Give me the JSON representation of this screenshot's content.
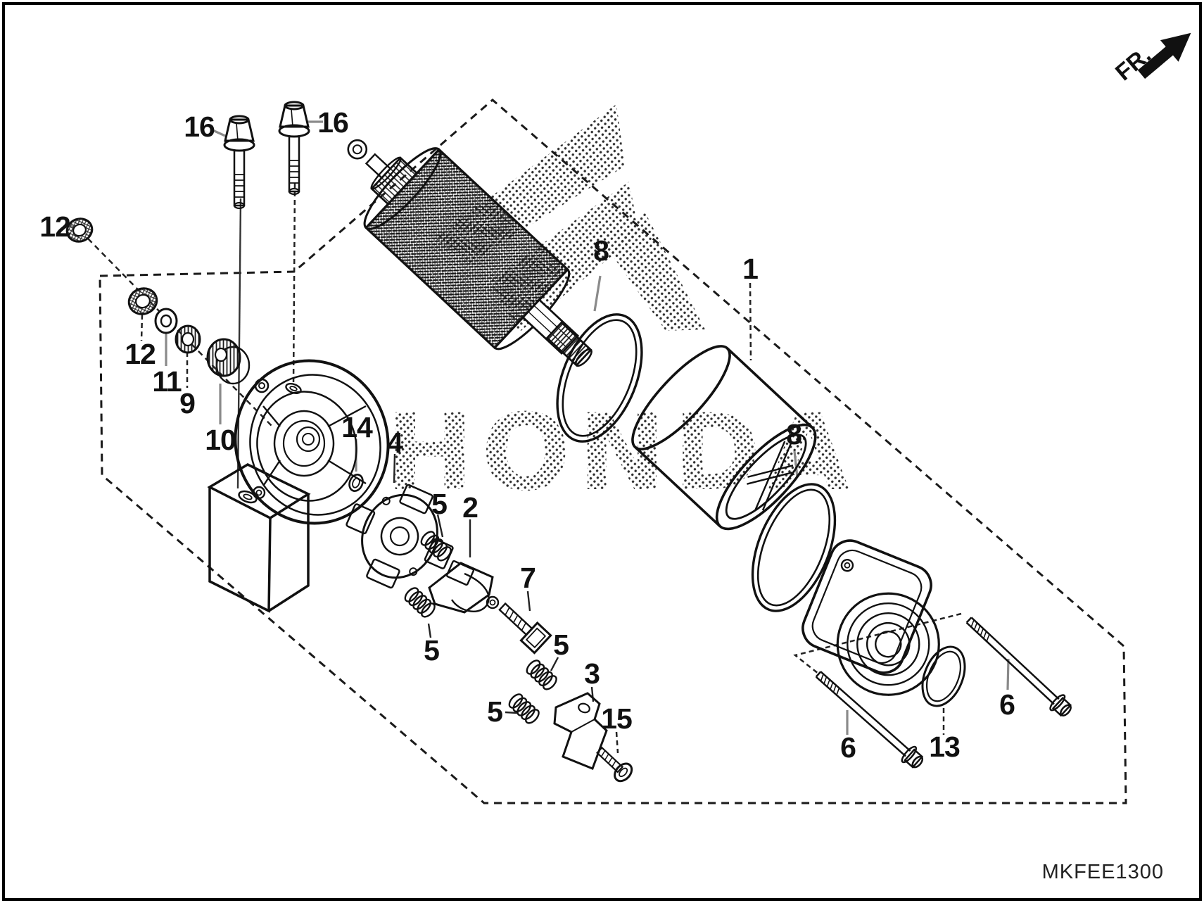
{
  "diagram_code": "MKFEE1300",
  "orientation_label": "FR.",
  "watermark_text": "HONDA",
  "line_color": "#111111",
  "leader_gray": "#8a8a8a",
  "callouts": [
    {
      "id": "16-left",
      "text": "16"
    },
    {
      "id": "16-right",
      "text": "16"
    },
    {
      "id": "12-upper",
      "text": "12"
    },
    {
      "id": "12-lower",
      "text": "12"
    },
    {
      "id": "11",
      "text": "11"
    },
    {
      "id": "9",
      "text": "9"
    },
    {
      "id": "10",
      "text": "10"
    },
    {
      "id": "14",
      "text": "14"
    },
    {
      "id": "4",
      "text": "4"
    },
    {
      "id": "5-upper",
      "text": "5"
    },
    {
      "id": "2",
      "text": "2"
    },
    {
      "id": "7",
      "text": "7"
    },
    {
      "id": "5-mid",
      "text": "5"
    },
    {
      "id": "5-right",
      "text": "5"
    },
    {
      "id": "5-lower",
      "text": "5"
    },
    {
      "id": "3",
      "text": "3"
    },
    {
      "id": "15",
      "text": "15"
    },
    {
      "id": "8-left",
      "text": "8"
    },
    {
      "id": "1",
      "text": "1"
    },
    {
      "id": "8-right",
      "text": "8"
    },
    {
      "id": "6-left",
      "text": "6"
    },
    {
      "id": "13",
      "text": "13"
    },
    {
      "id": "6-right",
      "text": "6"
    }
  ]
}
